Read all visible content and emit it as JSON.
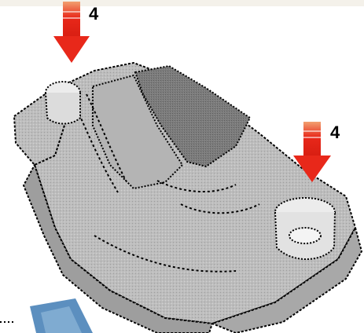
{
  "illustration": {
    "subject": "hand plane",
    "callouts": [
      {
        "label": "4"
      },
      {
        "label": "4"
      }
    ]
  },
  "colors": {
    "arrow": "#e8281a",
    "arrow_gradient_top": "#f2a070",
    "body_light": "#c9c9c9",
    "body_mid": "#a6a6a6",
    "body_dark": "#7a7a7a",
    "knob": "#ececec",
    "outline": "#000000",
    "corner_swatch": "#5c8fbf"
  },
  "icons": [
    "down-arrow-icon",
    "down-arrow-icon"
  ]
}
